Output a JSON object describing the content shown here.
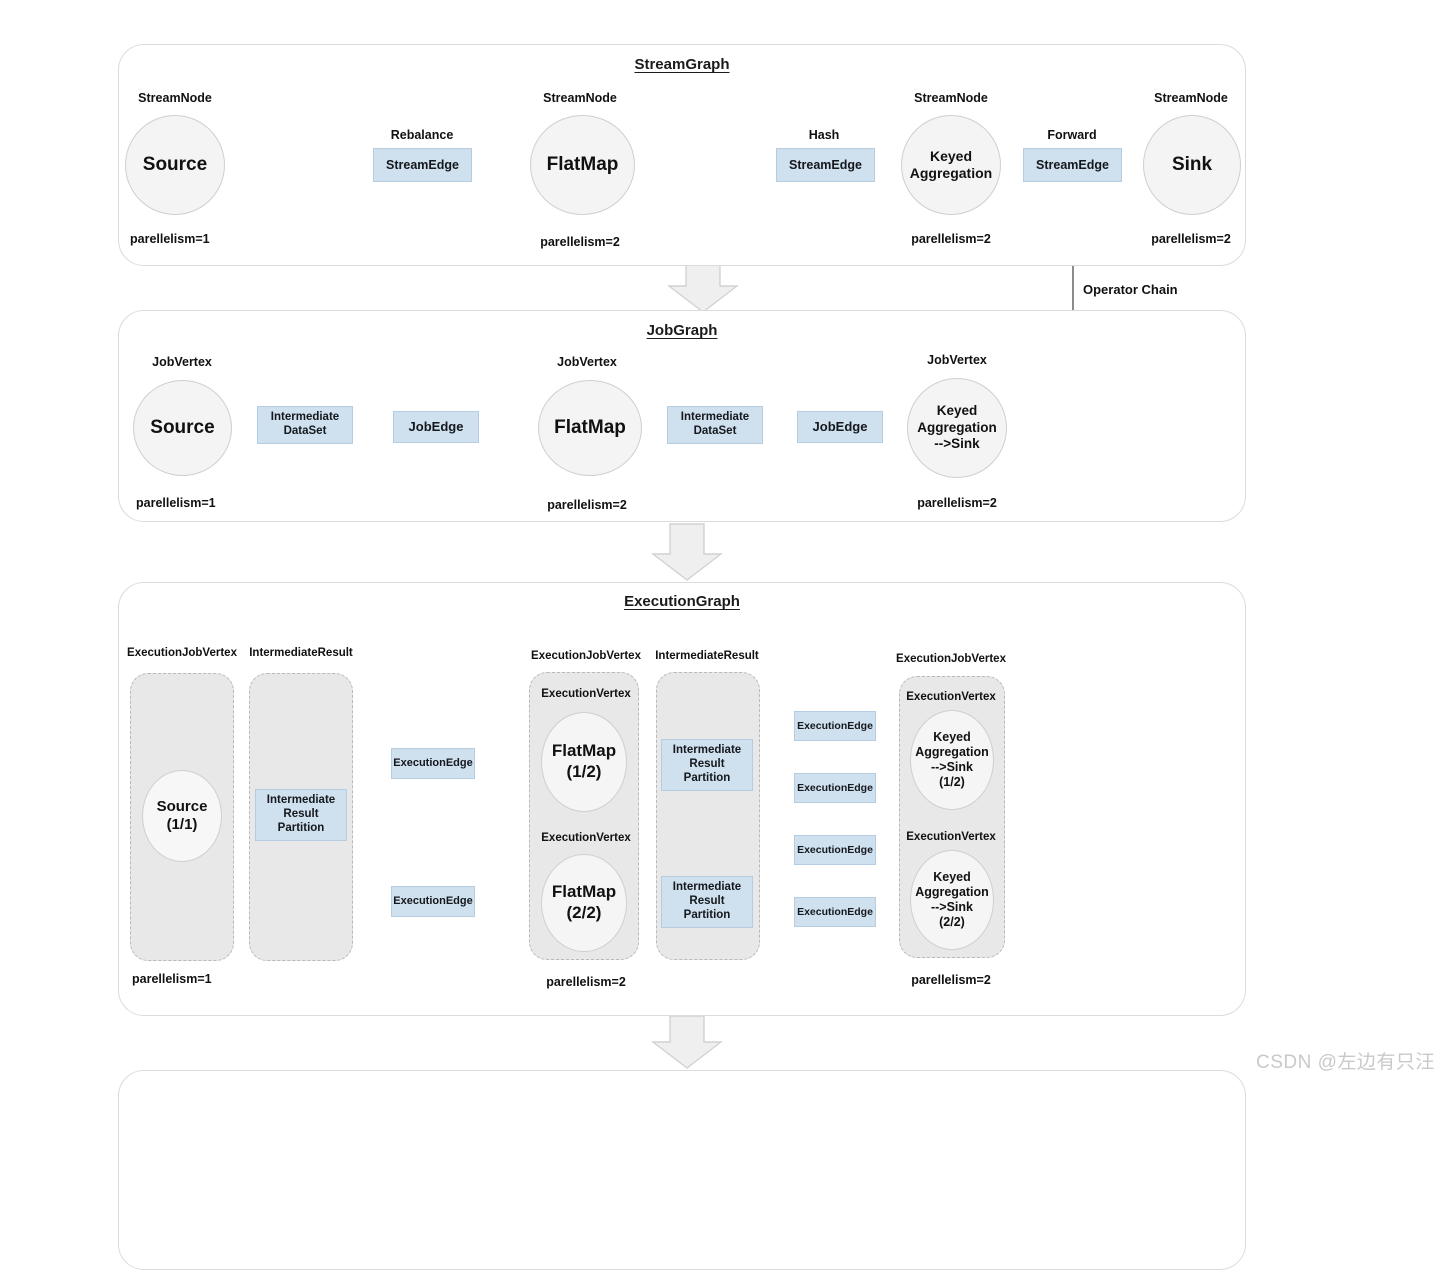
{
  "watermark": "CSDN @左边有只汪",
  "panels": [
    {
      "id": "streamgraph",
      "title": "StreamGraph"
    },
    {
      "id": "jobgraph",
      "title": "JobGraph"
    },
    {
      "id": "executiongraph",
      "title": "ExecutionGraph"
    },
    {
      "id": "physical",
      "title": ""
    }
  ],
  "stream_graph": {
    "title": "StreamGraph",
    "node_type_label": "StreamNode",
    "nodes": [
      {
        "label": "Source",
        "parallelism": "parellelism=1"
      },
      {
        "label": "FlatMap",
        "parallelism": "parellelism=2"
      },
      {
        "label": "Keyed\nAggregation",
        "parallelism": "parellelism=2"
      },
      {
        "label": "Sink",
        "parallelism": "parellelism=2"
      }
    ],
    "edges": [
      {
        "strategy": "Rebalance",
        "label": "StreamEdge"
      },
      {
        "strategy": "Hash",
        "label": "StreamEdge"
      },
      {
        "strategy": "Forward",
        "label": "StreamEdge"
      }
    ],
    "operator_chain_label": "Operator Chain"
  },
  "job_graph": {
    "title": "JobGraph",
    "node_type_label": "JobVertex",
    "nodes": [
      {
        "label": "Source",
        "parallelism": "parellelism=1"
      },
      {
        "label": "FlatMap",
        "parallelism": "parellelism=2"
      },
      {
        "label": "Keyed\nAggregation\n-->Sink",
        "parallelism": "parellelism=2"
      }
    ],
    "dataset_label": "Intermediate\nDataSet",
    "edge_label": "JobEdge"
  },
  "execution_graph": {
    "title": "ExecutionGraph",
    "job_vertex_label": "ExecutionJobVertex",
    "intermediate_result_label": "IntermediateResult",
    "vertex_label": "ExecutionVertex",
    "partition_label": "Intermediate\nResult\nPartition",
    "edge_label": "ExecutionEdge",
    "columns": [
      {
        "kind": "job-vertex",
        "parallelism": "parellelism=1",
        "vertices": [
          {
            "label": "Source\n(1/1)"
          }
        ]
      },
      {
        "kind": "intermediate-result",
        "partitions": 1
      },
      {
        "kind": "job-vertex",
        "parallelism": "parellelism=2",
        "vertices": [
          {
            "label": "FlatMap\n(1/2)"
          },
          {
            "label": "FlatMap\n(2/2)"
          }
        ]
      },
      {
        "kind": "intermediate-result",
        "partitions": 2
      },
      {
        "kind": "job-vertex",
        "parallelism": "parellelism=2",
        "vertices": [
          {
            "label": "Keyed\nAggregation\n-->Sink\n(1/2)"
          },
          {
            "label": "Keyed\nAggregation\n-->Sink\n(2/2)"
          }
        ]
      }
    ],
    "edge_count_stage1": 2,
    "edge_count_stage2": 4
  },
  "colors": {
    "panel_border": "#d9dcdf",
    "node_fill": "#f4f4f4",
    "node_border": "#cfcfcf",
    "box_fill": "#cfe0ef",
    "box_border": "#b6cde1",
    "group_fill": "#e8e8e8",
    "group_border": "#b9b9b9",
    "connector": "#555555",
    "arrow_fill": "#efefef",
    "arrow_border": "#c9c9c9",
    "text": "#111111",
    "watermark": "#c9c9c9"
  }
}
